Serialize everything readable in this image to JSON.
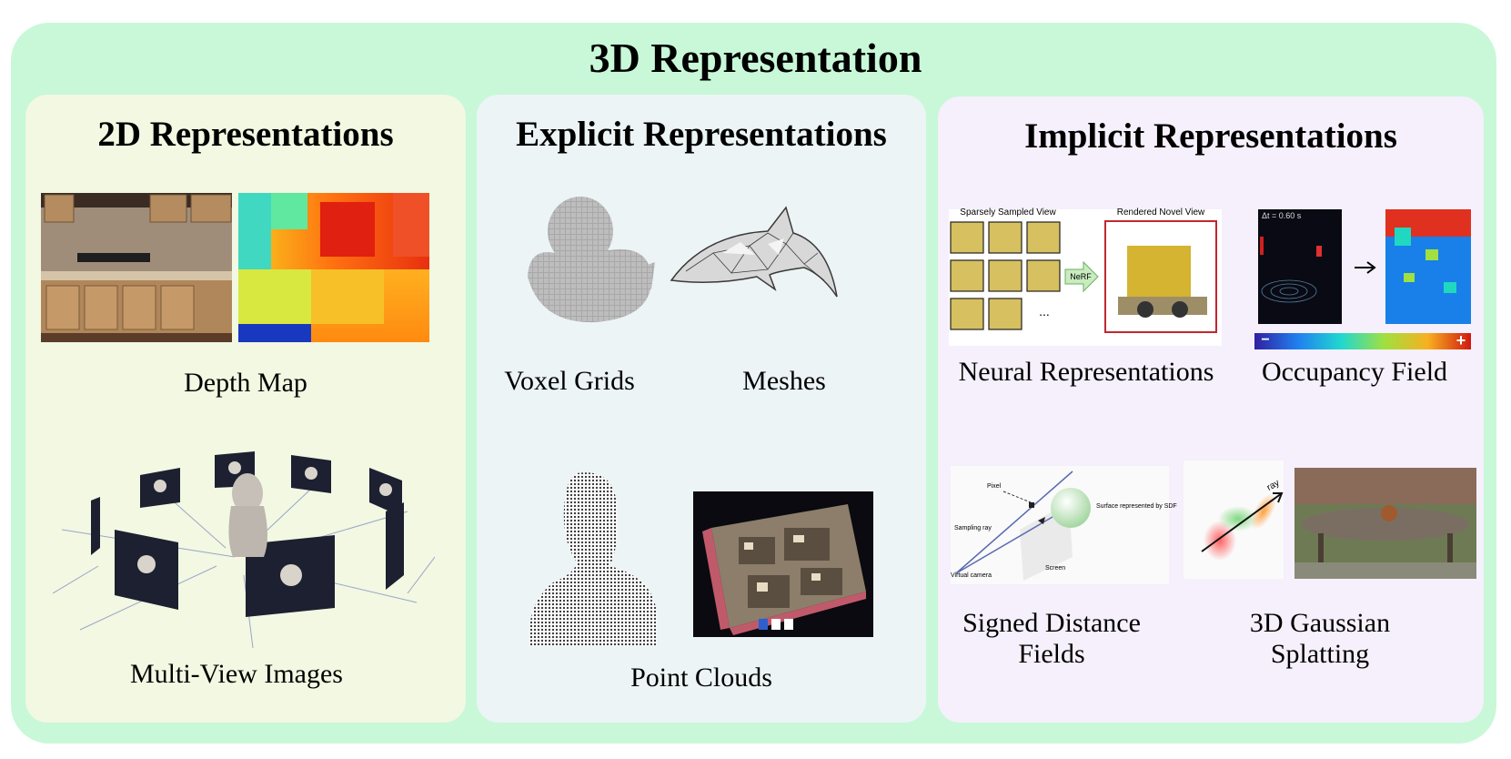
{
  "title": "3D Representation",
  "panels": {
    "twod": {
      "title": "2D Representations",
      "depth_map": "Depth Map",
      "multi_view": "Multi-View Images"
    },
    "explicit": {
      "title": "Explicit Representations",
      "voxel": "Voxel Grids",
      "meshes": "Meshes",
      "point_clouds": "Point Clouds"
    },
    "implicit": {
      "title": "Implicit Representations",
      "neural": "Neural Representations",
      "occupancy": "Occupancy Field",
      "sdf_line1": "Signed Distance",
      "sdf_line2": "Fields",
      "gs_line1": "3D Gaussian",
      "gs_line2": "Splatting",
      "nerf_sparse_label": "Sparsely Sampled View",
      "nerf_rendered_label": "Rendered Novel View",
      "nerf_arrow": "NeRF",
      "nerf_ellipsis": "...",
      "occ_time": "Δt = 0.60 s",
      "occ_minus": "−",
      "occ_plus": "+",
      "sdf_pixel": "Pixel",
      "sdf_surface": "Surface represented by SDF",
      "sdf_sampling": "Sampling ray",
      "sdf_camera": "Virtual camera",
      "sdf_screen": "Screen",
      "gs_ray": "ray"
    }
  },
  "colors": {
    "outer": "#c8f8d8",
    "panel_2d": "#f2f8e2",
    "panel_explicit": "#ecf4f6",
    "panel_implicit": "#f5f0fb",
    "nerf_box": "#c0282d"
  }
}
